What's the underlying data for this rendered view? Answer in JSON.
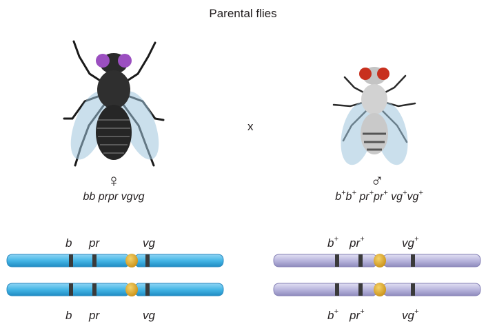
{
  "title": "Parental flies",
  "cross_symbol": "x",
  "female": {
    "sex_symbol": "♀",
    "genotype": "bb prpr vgvg",
    "gene_labels": {
      "b": "b",
      "pr": "pr",
      "vg": "vg"
    },
    "eye_color": "#9b4fc0",
    "body_color": "#2b2b2b"
  },
  "male": {
    "sex_symbol": "♂",
    "genotype_parts": [
      "b",
      "+",
      "b",
      "+",
      " pr",
      "+",
      "pr",
      "+",
      " vg",
      "+",
      "vg",
      "+"
    ],
    "gene_labels": {
      "b": "b",
      "pr": "pr",
      "vg": "vg",
      "plus": "+"
    },
    "eye_color": "#c8301e",
    "body_color": "#cfcfcf"
  },
  "chromosome_colors": {
    "female": "#45b6e6",
    "male": "#b9b6dd",
    "centromere": "#e2ac2a",
    "band": "#3a3a3a"
  }
}
